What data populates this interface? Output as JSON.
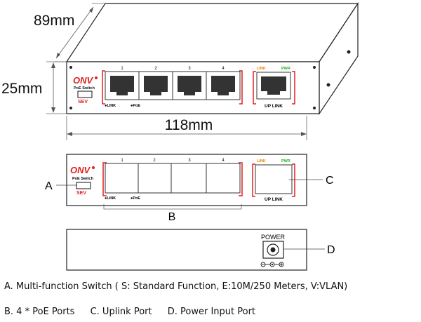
{
  "dimensions": {
    "depth": "89mm",
    "height": "25mm",
    "width": "118mm"
  },
  "brand": {
    "logo": "ONV",
    "subtitle": "PoE Switch",
    "switch_text": "SEV"
  },
  "ports": {
    "numbers": [
      "1",
      "2",
      "3",
      "4"
    ],
    "link_label": "●LINK",
    "poe_label": "●PoE",
    "uplink_link": "LINK",
    "uplink_pwr": "PWR",
    "uplink_label": "UP LINK"
  },
  "rear": {
    "power_label": "POWER"
  },
  "callouts": {
    "a": "A",
    "b": "B",
    "c": "C",
    "d": "D"
  },
  "captions": {
    "a": "A. Multi-function Switch ( S: Standard Function, E:10M/250 Meters, V:VLAN)",
    "b": "B. 4 * PoE Ports",
    "c": "C. Uplink Port",
    "d": "D. Power Input Port"
  },
  "colors": {
    "brand_red": "#e02020",
    "link_orange": "#f08000",
    "pwr_green": "#20b020"
  }
}
